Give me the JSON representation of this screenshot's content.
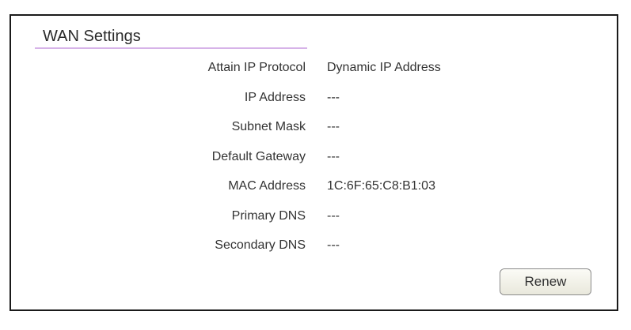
{
  "section": {
    "title": "WAN Settings"
  },
  "fields": [
    {
      "label": "Attain IP Protocol",
      "value": "Dynamic IP Address"
    },
    {
      "label": "IP Address",
      "value": "---"
    },
    {
      "label": "Subnet Mask",
      "value": "---"
    },
    {
      "label": "Default Gateway",
      "value": "---"
    },
    {
      "label": "MAC Address",
      "value": "1C:6F:65:C8:B1:03"
    },
    {
      "label": "Primary DNS",
      "value": "---"
    },
    {
      "label": "Secondary DNS",
      "value": "---"
    }
  ],
  "actions": {
    "renew_label": "Renew"
  },
  "colors": {
    "title_underline": "#d6b3e8",
    "panel_border": "#1a1a1a"
  }
}
